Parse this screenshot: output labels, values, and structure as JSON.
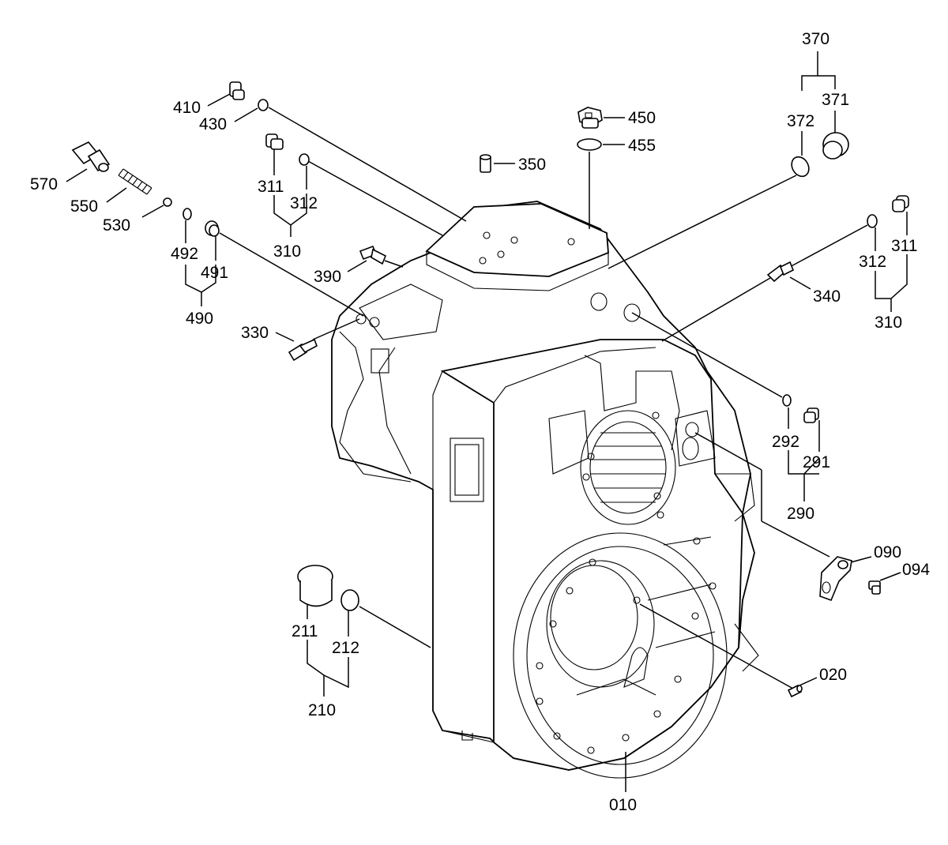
{
  "callouts": {
    "c370": "370",
    "c371": "371",
    "c372": "372",
    "c410": "410",
    "c430": "430",
    "c450": "450",
    "c455": "455",
    "c350": "350",
    "c570": "570",
    "c550": "550",
    "c530": "530",
    "c311a": "311",
    "c312a": "312",
    "c310a": "310",
    "c492": "492",
    "c491": "491",
    "c490": "490",
    "c390": "390",
    "c330": "330",
    "c340": "340",
    "c311b": "311",
    "c312b": "312",
    "c310b": "310",
    "c292": "292",
    "c291": "291",
    "c290": "290",
    "c090": "090",
    "c094": "094",
    "c211": "211",
    "c212": "212",
    "c210": "210",
    "c020": "020",
    "c010": "010"
  }
}
